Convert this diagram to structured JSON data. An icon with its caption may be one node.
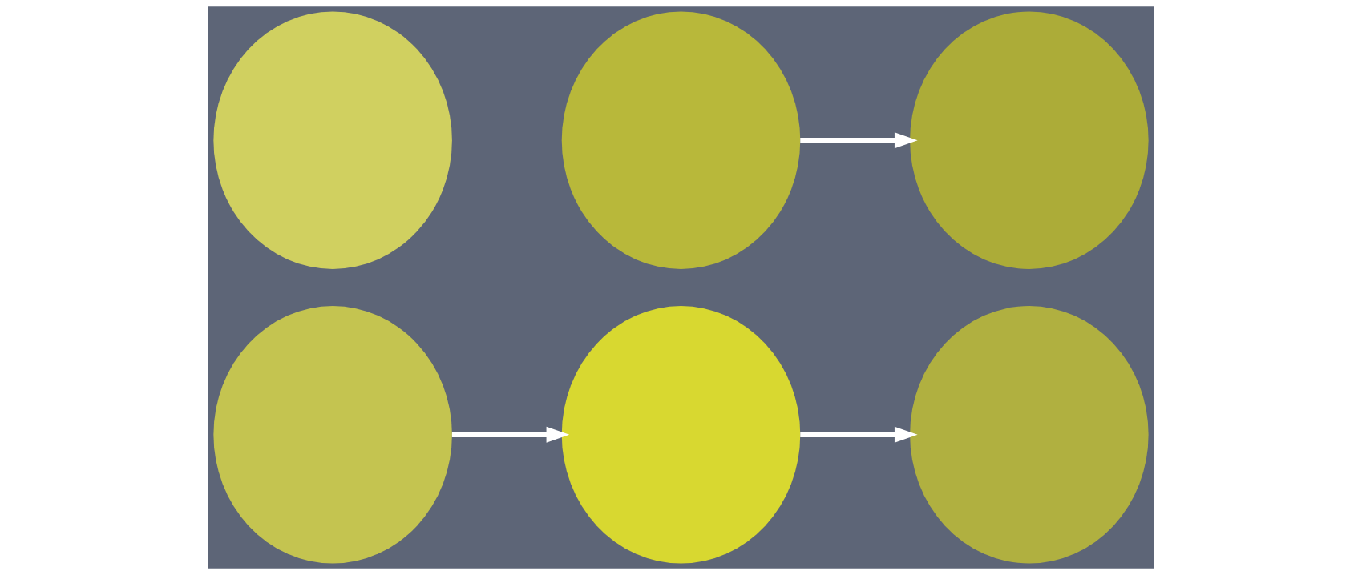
{
  "diagram": {
    "nodes": [
      {
        "text": [],
        "shape": "circle"
      },
      {
        "text": [],
        "shape": "circle"
      },
      {
        "text": [],
        "shape": "circle"
      },
      {
        "text": [],
        "shape": "circle"
      },
      {
        "text": [],
        "shape": "circle"
      },
      {
        "text": [],
        "shape": "circle"
      }
    ],
    "edges": [
      {
        "from": 1,
        "to": 3,
        "arrow": "to"
      },
      {
        "from": 2,
        "to": 4,
        "arrow": "to"
      },
      {
        "from": 3,
        "to": 5,
        "arrow": "to"
      }
    ]
  }
}
